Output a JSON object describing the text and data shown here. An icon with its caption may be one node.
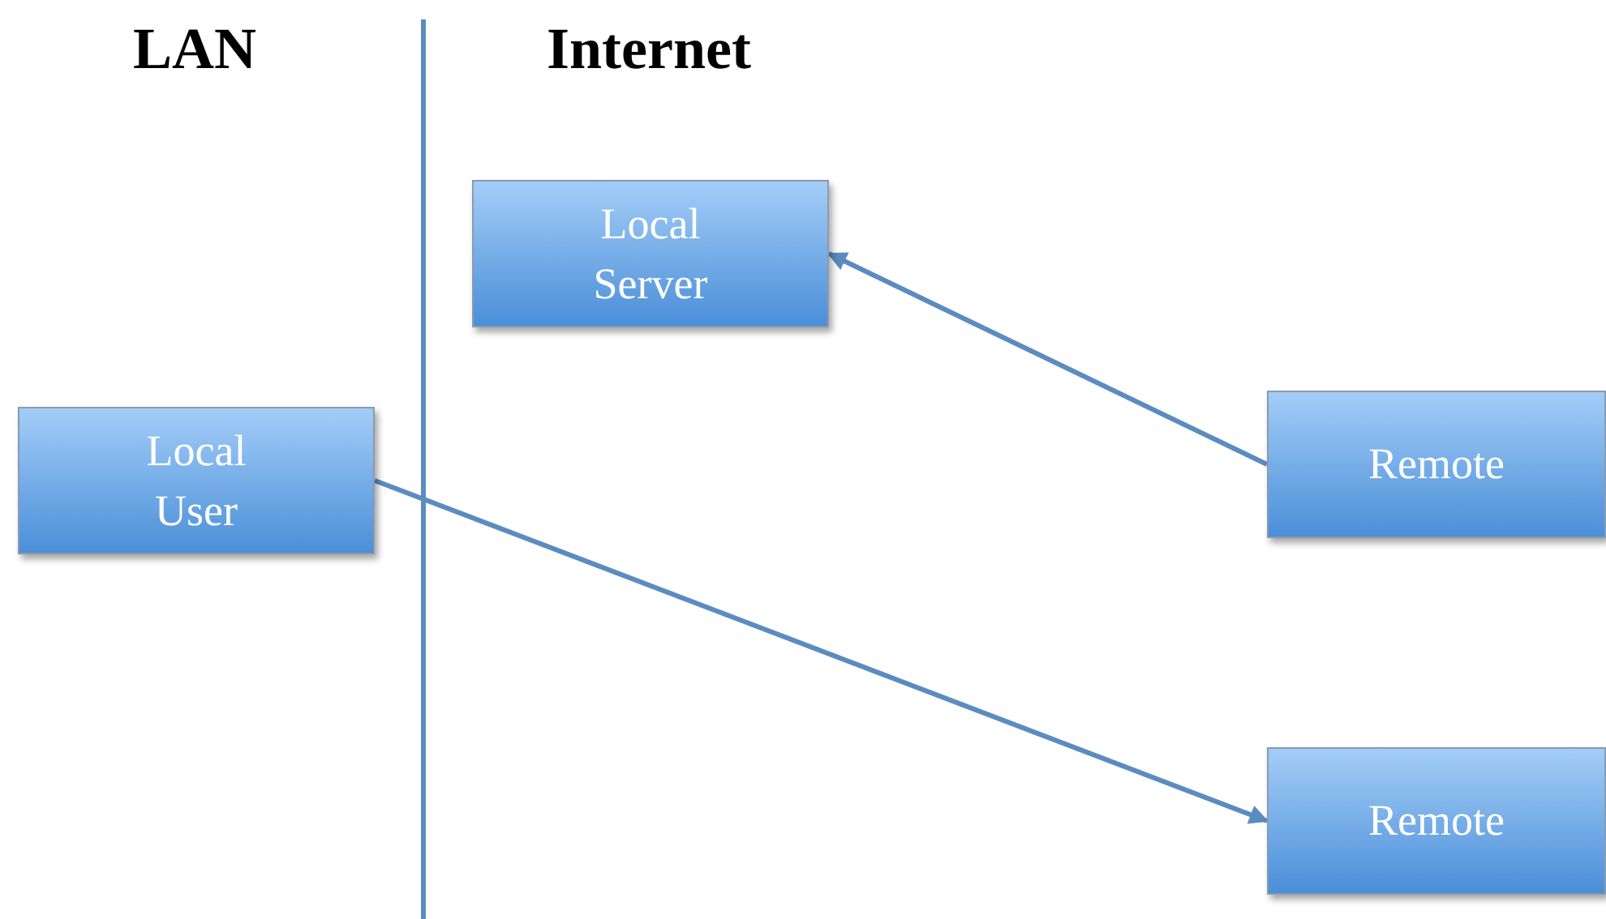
{
  "diagram": {
    "nodes": [
      {
        "text": [
          "Local Server"
        ]
      },
      {
        "text": [
          "Local User"
        ]
      },
      {
        "text": [
          "Remote"
        ]
      },
      {
        "text": [
          "Remote"
        ]
      }
    ],
    "edges": [
      {
        "from": 2,
        "to": 0,
        "arrow": "to"
      },
      {
        "from": 1,
        "to": 3,
        "arrow": "to"
      }
    ],
    "labels": [
      "LAN",
      "Internet"
    ]
  }
}
